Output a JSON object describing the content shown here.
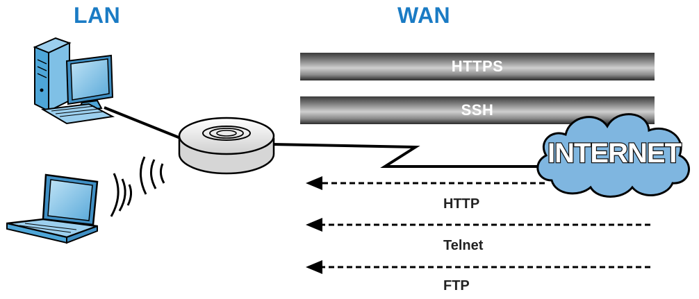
{
  "zones": {
    "lan": "LAN",
    "wan": "WAN"
  },
  "bands": {
    "https": "HTTPS",
    "ssh": "SSH"
  },
  "internet": {
    "label": "INTERNET"
  },
  "dashed_links": {
    "http": "HTTP",
    "telnet": "Telnet",
    "ftp": "FTP"
  },
  "colors": {
    "zone_label": "#1a7bc4",
    "device_blue": "#4ea6d8",
    "cloud_blue": "#7fb6e0"
  },
  "icons": {
    "desktop": "desktop-computer-icon",
    "laptop": "laptop-icon",
    "router": "access-point-router-icon",
    "cloud": "cloud-icon",
    "wifi": "wifi-waves-icon"
  }
}
